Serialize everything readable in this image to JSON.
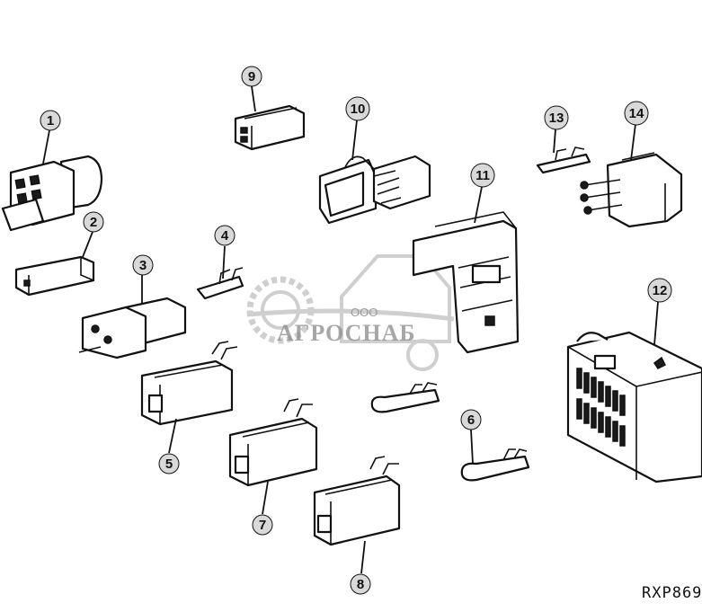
{
  "diagram": {
    "callouts": [
      "1",
      "2",
      "3",
      "4",
      "5",
      "6",
      "7",
      "8",
      "9",
      "10",
      "11",
      "12",
      "13",
      "14"
    ],
    "figure_code": "RXP869"
  },
  "watermark": {
    "company": "ООО",
    "brand": "АГРОСНАБ"
  },
  "colors": {
    "line": "#111111",
    "callout_fill": "#d9d9d9",
    "watermark": "#8a8a8a"
  }
}
